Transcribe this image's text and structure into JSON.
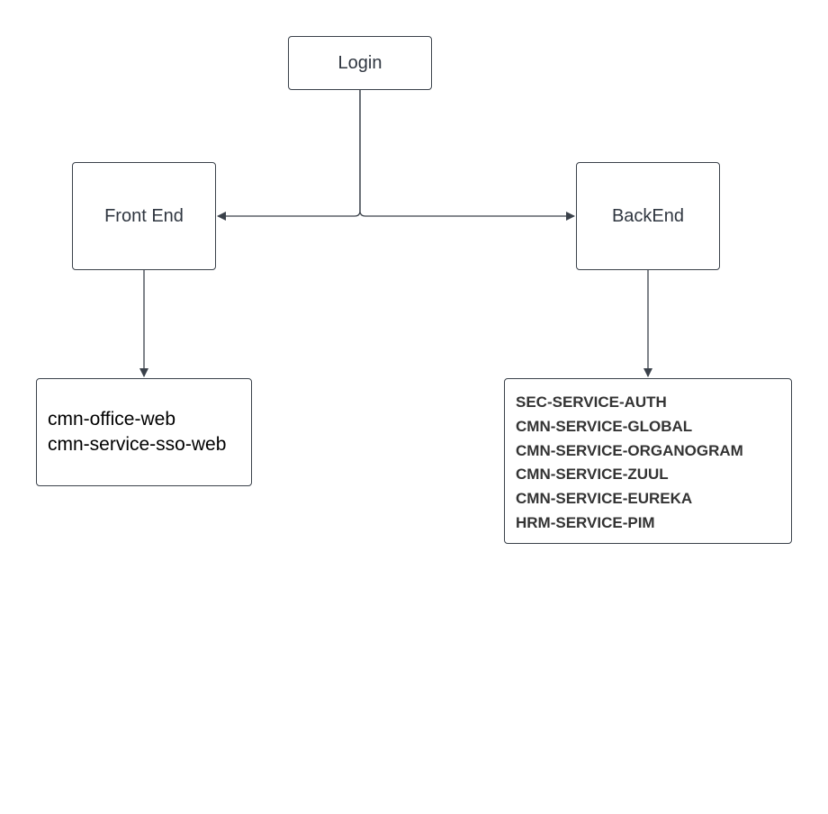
{
  "nodes": {
    "login": "Login",
    "front_end": "Front End",
    "back_end": "BackEnd",
    "front_end_apps": [
      "cmn-office-web",
      "cmn-service-sso-web"
    ],
    "back_end_services": [
      "SEC-SERVICE-AUTH",
      "CMN-SERVICE-GLOBAL",
      "CMN-SERVICE-ORGANOGRAM",
      "CMN-SERVICE-ZUUL",
      "CMN-SERVICE-EUREKA",
      "HRM-SERVICE-PIM"
    ]
  },
  "colors": {
    "line": "#3a414a",
    "text": "#2f3640",
    "box_border": "#3a414a"
  }
}
